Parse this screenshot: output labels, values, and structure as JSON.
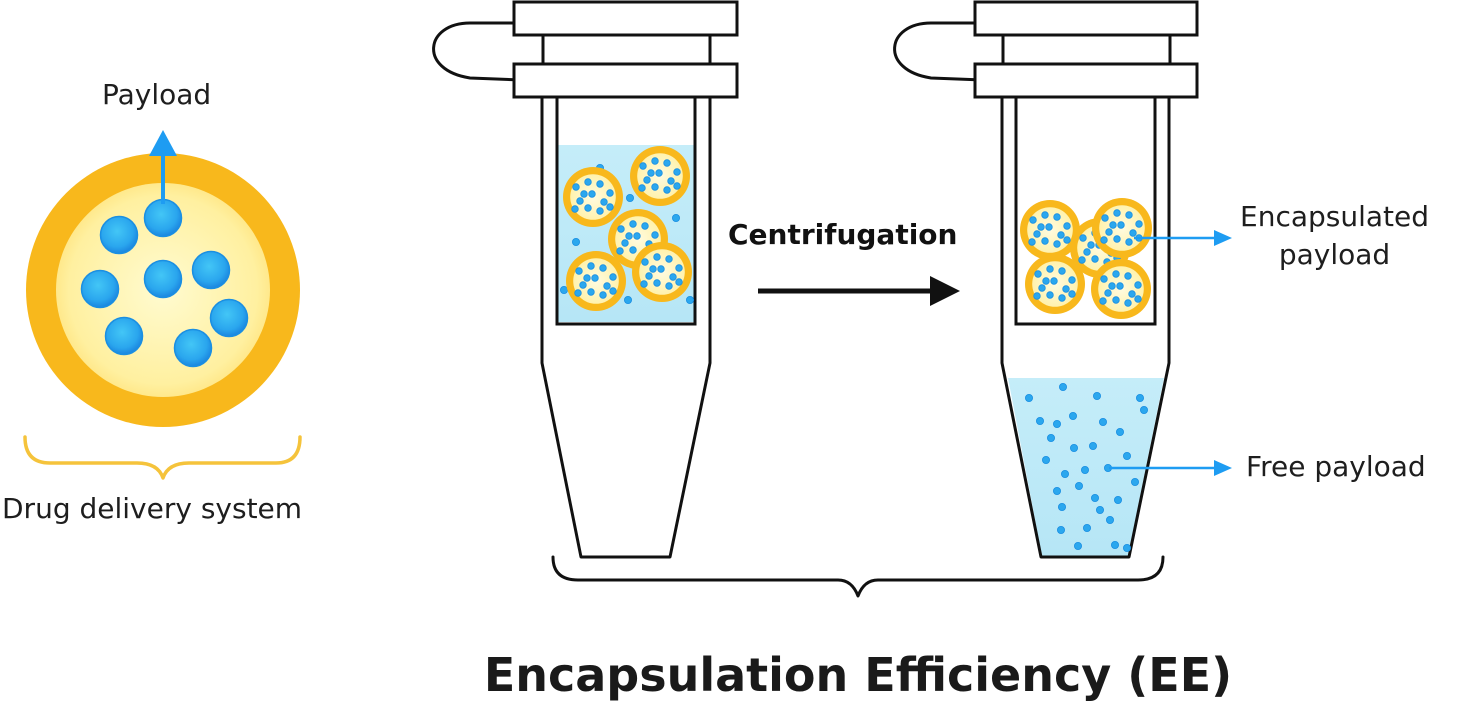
{
  "labels": {
    "payload": "Payload",
    "drug_delivery_system": "Drug delivery system",
    "centrifugation": "Centrifugation",
    "encapsulated_payload_line1": "Encapsulated",
    "encapsulated_payload_line2": "payload",
    "free_payload": "Free payload",
    "title": "Encapsulation Efficiency (EE)"
  },
  "colors": {
    "shell": "#f8b81c",
    "core": "#fff09a",
    "payload": "#2196f3",
    "solution": "#c4ecf9",
    "arrow": "#1e9cf2",
    "outline": "#111111",
    "brace_yellow": "#f5c33b"
  },
  "icons": {
    "tube_left": "centrifuge-tube-icon",
    "tube_right": "centrifuge-tube-icon",
    "particle": "nanoparticle-icon"
  }
}
